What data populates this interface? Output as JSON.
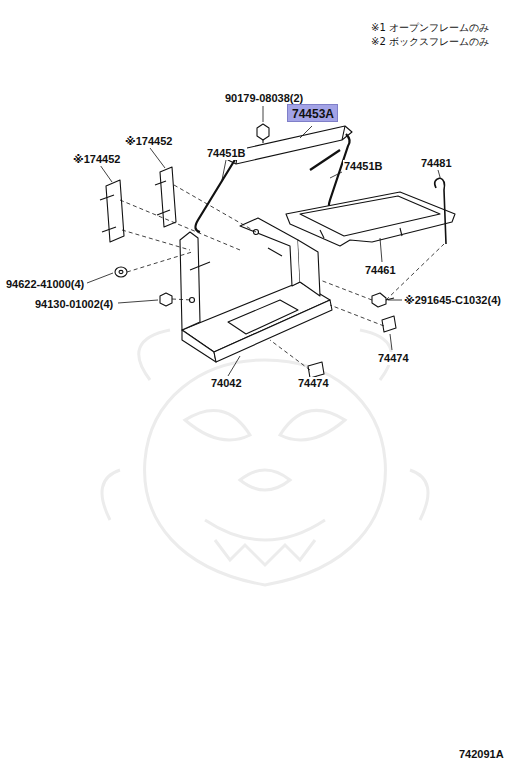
{
  "diagram": {
    "nodes": [
      {
        "text": [
          "74453A"
        ]
      }
    ],
    "labels": [
      "※1 オープンフレームのみ",
      "※2 ボックスフレームのみ",
      "90179-08038(2)",
      "※174452",
      "※174452",
      "74451B",
      "74451B",
      "74481",
      "74461",
      "94622-41000(4)",
      "94130-01002(4)",
      "※291645-C1032(4)",
      "74474",
      "74474",
      "74042",
      "742091A"
    ]
  }
}
